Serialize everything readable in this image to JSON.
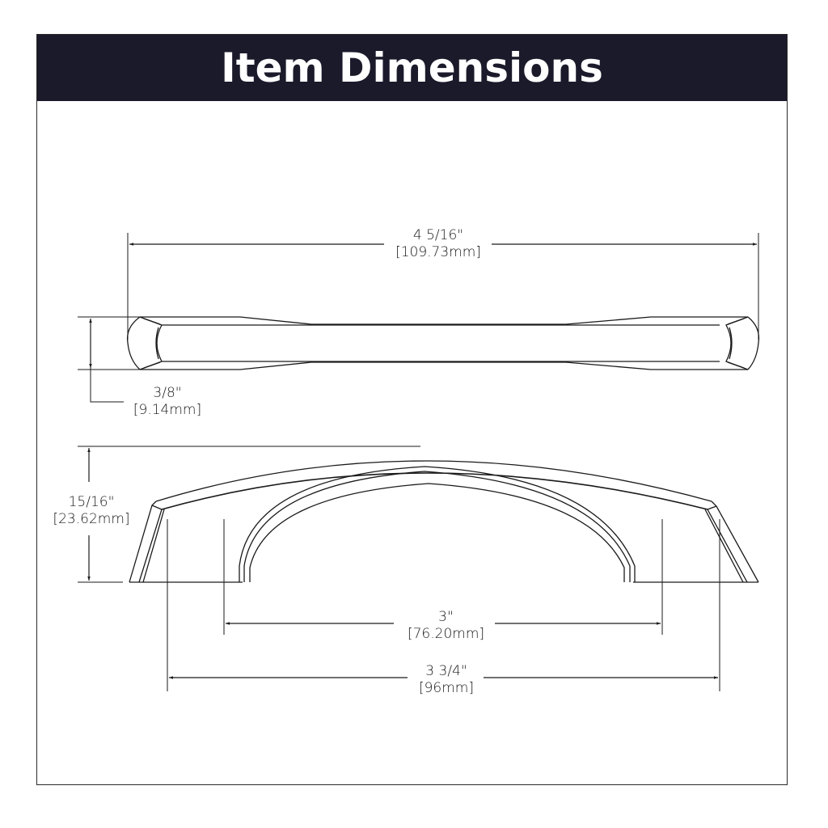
{
  "header": {
    "title": "Item Dimensions",
    "background_color": "#1b1a2b",
    "text_color": "#ffffff"
  },
  "views": {
    "top_view": {
      "name": "top view of cabinet pull",
      "dimensions": {
        "overall_length": {
          "imperial": "4 5/16\"",
          "metric": "[109.73mm]"
        },
        "width": {
          "imperial": "3/8\"",
          "metric": "[9.14mm]"
        }
      }
    },
    "front_view": {
      "name": "front view of arched cabinet pull",
      "dimensions": {
        "height": {
          "imperial": "15/16\"",
          "metric": "[23.62mm]"
        },
        "center_to_center": {
          "imperial": "3\"",
          "metric": "[76.20mm]"
        },
        "alt_center_to_center": {
          "imperial": "3 3/4\"",
          "metric": "[96mm]"
        }
      }
    }
  },
  "colors": {
    "line": "#1a1a1a",
    "border": "#2a2a2a",
    "background": "#ffffff"
  }
}
